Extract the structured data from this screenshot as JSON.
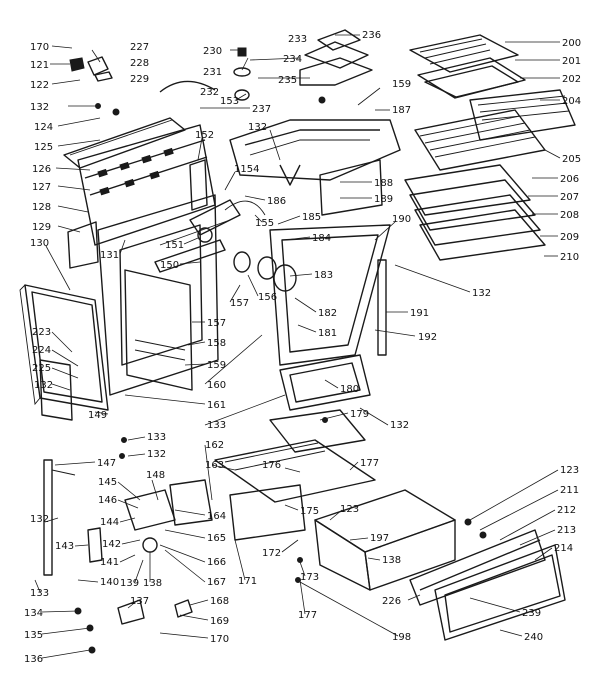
{
  "callouts": [
    {
      "text": "170"
    },
    {
      "text": "121"
    },
    {
      "text": "122"
    },
    {
      "text": "227"
    },
    {
      "text": "228"
    },
    {
      "text": "229"
    },
    {
      "text": "230"
    },
    {
      "text": "231"
    },
    {
      "text": "232"
    },
    {
      "text": "233"
    },
    {
      "text": "234"
    },
    {
      "text": "235"
    },
    {
      "text": "236"
    },
    {
      "text": "200"
    },
    {
      "text": "201"
    },
    {
      "text": "202"
    },
    {
      "text": "204"
    },
    {
      "text": "205"
    },
    {
      "text": "206"
    },
    {
      "text": "207"
    },
    {
      "text": "208"
    },
    {
      "text": "209"
    },
    {
      "text": "210"
    },
    {
      "text": "132"
    },
    {
      "text": "237"
    },
    {
      "text": "153"
    },
    {
      "text": "159"
    },
    {
      "text": "187"
    },
    {
      "text": "124"
    },
    {
      "text": "125"
    },
    {
      "text": "126"
    },
    {
      "text": "127"
    },
    {
      "text": "128"
    },
    {
      "text": "129"
    },
    {
      "text": "130"
    },
    {
      "text": "131"
    },
    {
      "text": "152"
    },
    {
      "text": "1154"
    },
    {
      "text": "132"
    },
    {
      "text": "188"
    },
    {
      "text": "189"
    },
    {
      "text": "186"
    },
    {
      "text": "185"
    },
    {
      "text": "155"
    },
    {
      "text": "184"
    },
    {
      "text": "190"
    },
    {
      "text": "151"
    },
    {
      "text": "150"
    },
    {
      "text": "183"
    },
    {
      "text": "132"
    },
    {
      "text": "156"
    },
    {
      "text": "182"
    },
    {
      "text": "157"
    },
    {
      "text": "191"
    },
    {
      "text": "157"
    },
    {
      "text": "181"
    },
    {
      "text": "192"
    },
    {
      "text": "158"
    },
    {
      "text": "223"
    },
    {
      "text": "224"
    },
    {
      "text": "159"
    },
    {
      "text": "225"
    },
    {
      "text": "132"
    },
    {
      "text": "160"
    },
    {
      "text": "180"
    },
    {
      "text": "161"
    },
    {
      "text": "149"
    },
    {
      "text": "133"
    },
    {
      "text": "132"
    },
    {
      "text": "179"
    },
    {
      "text": "133"
    },
    {
      "text": "132"
    },
    {
      "text": "162"
    },
    {
      "text": "163"
    },
    {
      "text": "176"
    },
    {
      "text": "177"
    },
    {
      "text": "147"
    },
    {
      "text": "148"
    },
    {
      "text": "123"
    },
    {
      "text": "211"
    },
    {
      "text": "145"
    },
    {
      "text": "175"
    },
    {
      "text": "123"
    },
    {
      "text": "212"
    },
    {
      "text": "146"
    },
    {
      "text": "164"
    },
    {
      "text": "213"
    },
    {
      "text": "144"
    },
    {
      "text": "165"
    },
    {
      "text": "197"
    },
    {
      "text": "214"
    },
    {
      "text": "143"
    },
    {
      "text": "142"
    },
    {
      "text": "166"
    },
    {
      "text": "172"
    },
    {
      "text": "138"
    },
    {
      "text": "141"
    },
    {
      "text": "139"
    },
    {
      "text": "138"
    },
    {
      "text": "167"
    },
    {
      "text": "171"
    },
    {
      "text": "173"
    },
    {
      "text": "226"
    },
    {
      "text": "140"
    },
    {
      "text": "133"
    },
    {
      "text": "137"
    },
    {
      "text": "168"
    },
    {
      "text": "177"
    },
    {
      "text": "239"
    },
    {
      "text": "134"
    },
    {
      "text": "169"
    },
    {
      "text": "135"
    },
    {
      "text": "170"
    },
    {
      "text": "198"
    },
    {
      "text": "240"
    },
    {
      "text": "136"
    },
    {
      "text": "132"
    }
  ]
}
